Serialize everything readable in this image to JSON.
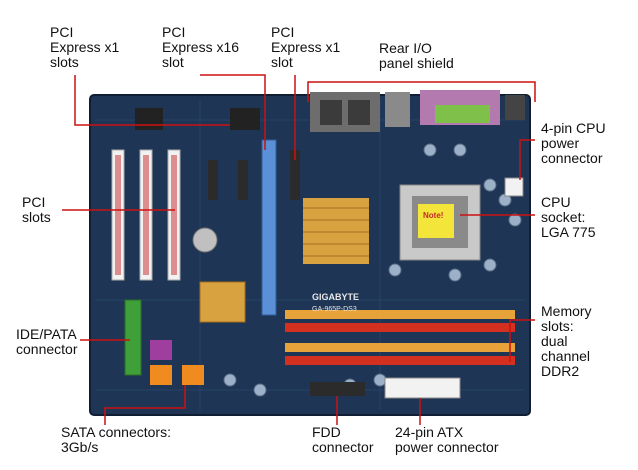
{
  "labels": {
    "pci_x1_left": "PCI\nExpress x1\nslots",
    "pci_x16": "PCI\nExpress x16\nslot",
    "pci_x1_right": "PCI\nExpress x1\nslot",
    "rear_io": "Rear I/O\npanel shield",
    "cpu_power": "4-pin CPU\npower\nconnector",
    "pci_slots": "PCI\nslots",
    "cpu_socket": "CPU\nsocket:\nLGA 775",
    "ide_pata": "IDE/PATA\nconnector",
    "memory": "Memory\nslots:\ndual\nchannel\nDDR2",
    "sata": "SATA connectors:\n3Gb/s",
    "fdd": "FDD\nconnector",
    "atx_power": "24-pin ATX\npower connector"
  },
  "board": {
    "brand": "GIGABYTE",
    "model": "GA-965P-DS3",
    "note": "Note!"
  },
  "colors": {
    "pcb": "#1e3555",
    "callout": "#cc1111",
    "dimm_red": "#d33020",
    "dimm_orange": "#e8a23a",
    "heatsink": "#d9a240",
    "ide_green": "#3fa03a",
    "pci_white": "#f2f2f2",
    "pcie_blue": "#5b8fd6"
  }
}
